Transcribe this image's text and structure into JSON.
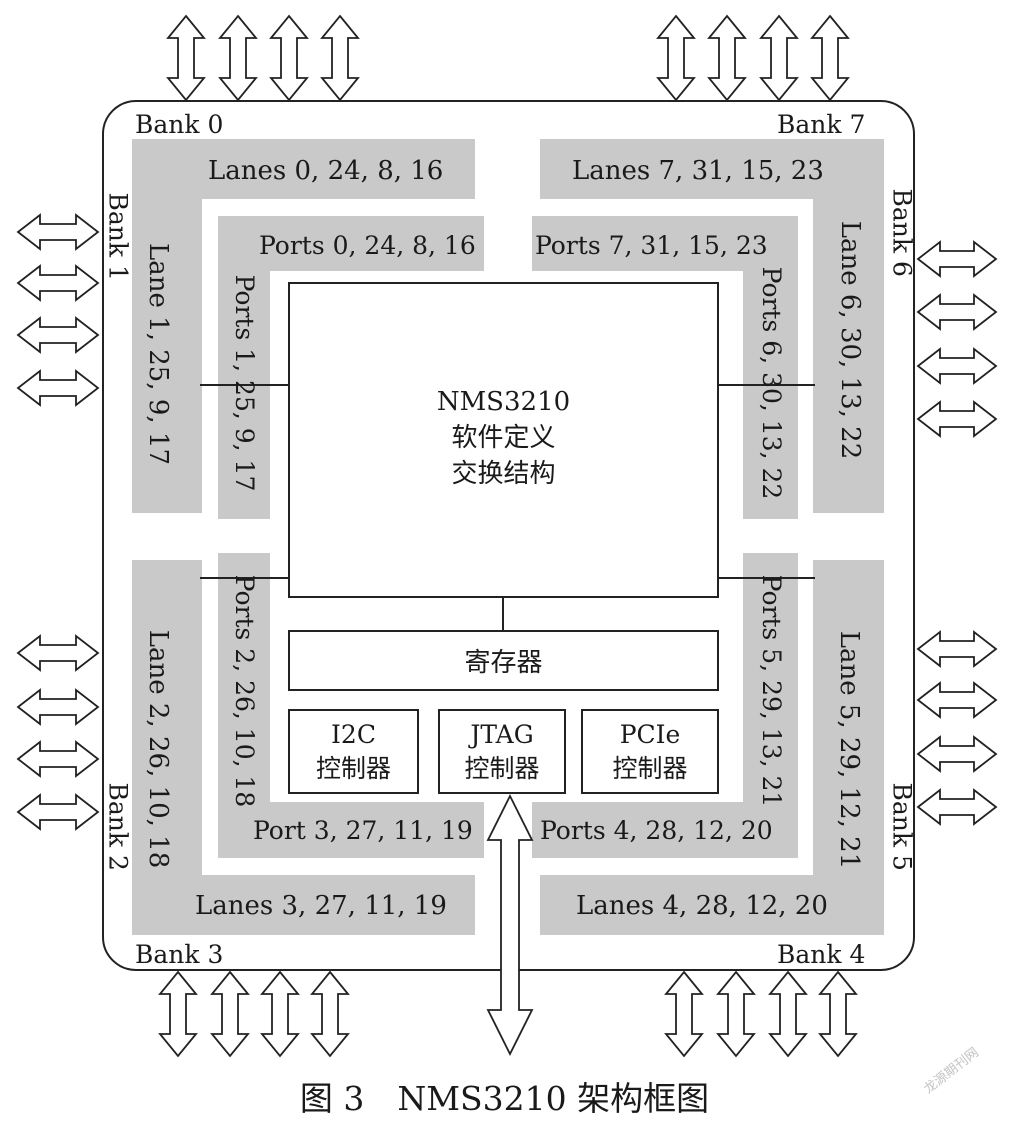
{
  "banks": {
    "b0": "Bank 0",
    "b1": "Bank 1",
    "b2": "Bank 2",
    "b3": "Bank 3",
    "b4": "Bank 4",
    "b5": "Bank 5",
    "b6": "Bank 6",
    "b7": "Bank 7"
  },
  "lanes": {
    "l0": "Lanes 0, 24, 8, 16",
    "l7": "Lanes 7, 31, 15, 23",
    "l1": "Lane 1, 25, 9, 17",
    "l6": "Lane 6, 30, 13, 22",
    "l2": "Lane 2, 26, 10, 18",
    "l5": "Lane 5, 29, 12, 21",
    "l3": "Lanes 3, 27, 11, 19",
    "l4": "Lanes 4, 28, 12, 20"
  },
  "ports": {
    "p0": "Ports 0, 24, 8, 16",
    "p7": "Ports 7, 31, 15, 23",
    "p1": "Ports 1, 25, 9, 17",
    "p6": "Ports 6, 30, 13, 22",
    "p2": "Ports 2, 26, 10, 18",
    "p5": "Ports 5, 29, 13, 21",
    "p3": "Port 3, 27, 11, 19",
    "p4": "Ports 4, 28, 12, 20"
  },
  "core": {
    "line1": "NMS3210",
    "line2": "软件定义",
    "line3": "交换结构"
  },
  "register": "寄存器",
  "controllers": {
    "i2c_1": "I2C",
    "i2c_2": "控制器",
    "jtag_1": "JTAG",
    "jtag_2": "控制器",
    "pcie_1": "PCIe",
    "pcie_2": "控制器"
  },
  "caption": "图 3　NMS3210 架构框图",
  "watermark": "龙源期刊网"
}
